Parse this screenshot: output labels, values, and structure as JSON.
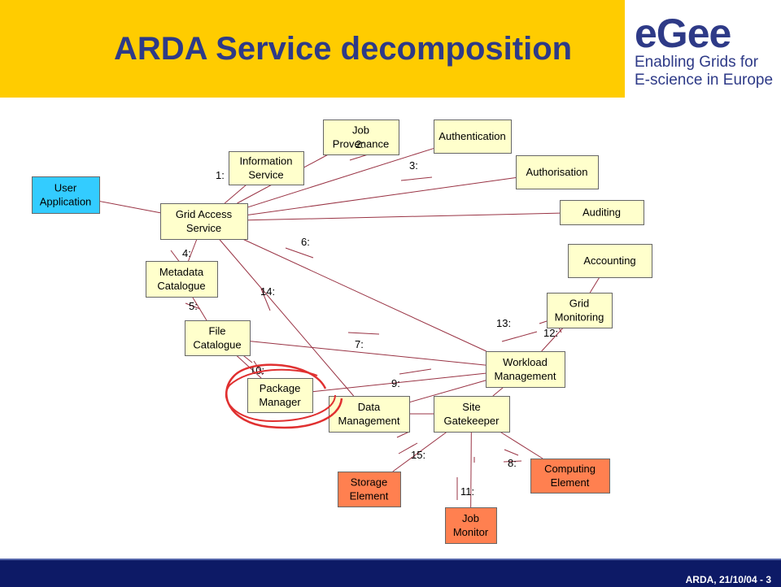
{
  "header": {
    "title": "ARDA Service decomposition",
    "background_color": "#FFCC00",
    "title_color": "#2E3A87"
  },
  "logo": {
    "word": "eGee",
    "line1": "Enabling Grids for",
    "line2": "E-science in Europe",
    "color": "#2E3A87",
    "accent_color": "#F7A800"
  },
  "diagram": {
    "nodes": [
      {
        "id": "user_app",
        "lines": [
          "User",
          "Application"
        ],
        "fill": "#33CCFF"
      },
      {
        "id": "job_prov",
        "lines": [
          "Job",
          "Provenance"
        ],
        "fill": "#FFFFCC"
      },
      {
        "id": "info_svc",
        "lines": [
          "Information",
          "Service"
        ],
        "fill": "#FFFFCC"
      },
      {
        "id": "authn",
        "lines": [
          "Authentication"
        ],
        "fill": "#FFFFCC"
      },
      {
        "id": "authz",
        "lines": [
          "Authorisation"
        ],
        "fill": "#FFFFCC"
      },
      {
        "id": "gas",
        "lines": [
          "Grid Access",
          "Service"
        ],
        "fill": "#FFFFCC"
      },
      {
        "id": "auditing",
        "lines": [
          "Auditing"
        ],
        "fill": "#FFFFCC"
      },
      {
        "id": "accounting",
        "lines": [
          "Accounting"
        ],
        "fill": "#FFFFCC"
      },
      {
        "id": "metadata",
        "lines": [
          "Metadata",
          "Catalogue"
        ],
        "fill": "#FFFFCC"
      },
      {
        "id": "grid_mon",
        "lines": [
          "Grid",
          "Monitoring"
        ],
        "fill": "#FFFFCC"
      },
      {
        "id": "file_cat",
        "lines": [
          "File",
          "Catalogue"
        ],
        "fill": "#FFFFCC"
      },
      {
        "id": "wms",
        "lines": [
          "Workload",
          "Management"
        ],
        "fill": "#FFFFCC"
      },
      {
        "id": "pkg_mgr",
        "lines": [
          "Package",
          "Manager"
        ],
        "fill": "#FFFFCC"
      },
      {
        "id": "data_mgmt",
        "lines": [
          "Data",
          "Management"
        ],
        "fill": "#FFFFCC"
      },
      {
        "id": "site_gk",
        "lines": [
          "Site",
          "Gatekeeper"
        ],
        "fill": "#FFFFCC"
      },
      {
        "id": "storage",
        "lines": [
          "Storage",
          "Element"
        ],
        "fill": "#FF8050"
      },
      {
        "id": "computing",
        "lines": [
          "Computing",
          "Element"
        ],
        "fill": "#FF8050"
      },
      {
        "id": "job_mon",
        "lines": [
          "Job",
          "Monitor"
        ],
        "fill": "#FF8050"
      }
    ],
    "edges": [
      {
        "from": "user_app",
        "to": "gas"
      },
      {
        "from": "gas",
        "to": "info_svc"
      },
      {
        "from": "gas",
        "to": "job_prov"
      },
      {
        "from": "gas",
        "to": "authn"
      },
      {
        "from": "gas",
        "to": "authz"
      },
      {
        "from": "gas",
        "to": "auditing"
      },
      {
        "from": "gas",
        "to": "metadata"
      },
      {
        "from": "gas",
        "to": "wms"
      },
      {
        "from": "gas",
        "to": "data_mgmt"
      },
      {
        "from": "metadata",
        "to": "file_cat"
      },
      {
        "from": "file_cat",
        "to": "wms"
      },
      {
        "from": "file_cat",
        "to": "pkg_mgr"
      },
      {
        "from": "pkg_mgr",
        "to": "wms"
      },
      {
        "from": "data_mgmt",
        "to": "wms"
      },
      {
        "from": "data_mgmt",
        "to": "site_gk"
      },
      {
        "from": "wms",
        "to": "grid_mon"
      },
      {
        "from": "wms",
        "to": "site_gk"
      },
      {
        "from": "grid_mon",
        "to": "accounting"
      },
      {
        "from": "site_gk",
        "to": "storage"
      },
      {
        "from": "site_gk",
        "to": "computing"
      },
      {
        "from": "site_gk",
        "to": "job_mon"
      }
    ],
    "labels": [
      "1:",
      "2:",
      "3:",
      "4:",
      "5:",
      "6:",
      "7:",
      "8:",
      "9:",
      "10:",
      "11:",
      "12:",
      "13:",
      "14:",
      "15:"
    ],
    "line_color": "#993344",
    "highlight_color": "#E03030"
  },
  "footer": {
    "text": "ARDA, 21/10/04  - 3",
    "background_color": "#0D1A66"
  }
}
